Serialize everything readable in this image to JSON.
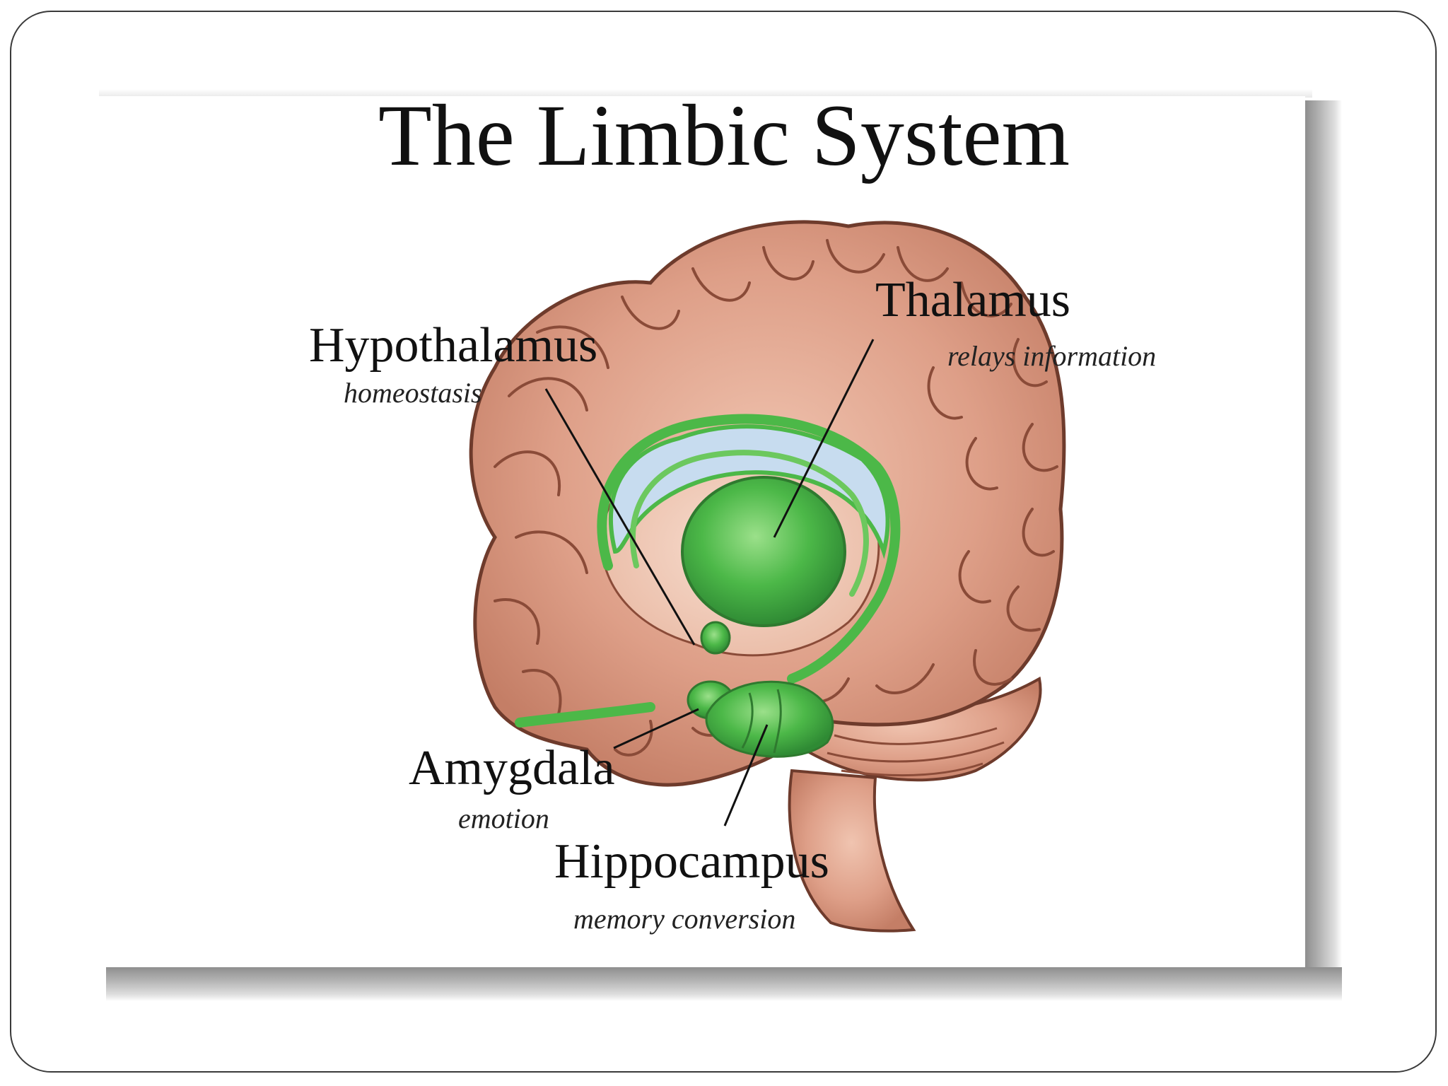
{
  "title": "The Limbic System",
  "labels": {
    "hypothalamus": {
      "name": "Hypothalamus",
      "description": "homeostasis"
    },
    "thalamus": {
      "name": "Thalamus",
      "description": "relays information"
    },
    "amygdala": {
      "name": "Amygdala",
      "description": "emotion"
    },
    "hippocampus": {
      "name": "Hippocampus",
      "description": "memory conversion"
    }
  },
  "colors": {
    "brain_tissue": "#d99a85",
    "brain_outline": "#6e3b2c",
    "limbic_green": "#4cb848",
    "ventricle_blue": "#c7dcef",
    "leader_line": "#111111"
  }
}
